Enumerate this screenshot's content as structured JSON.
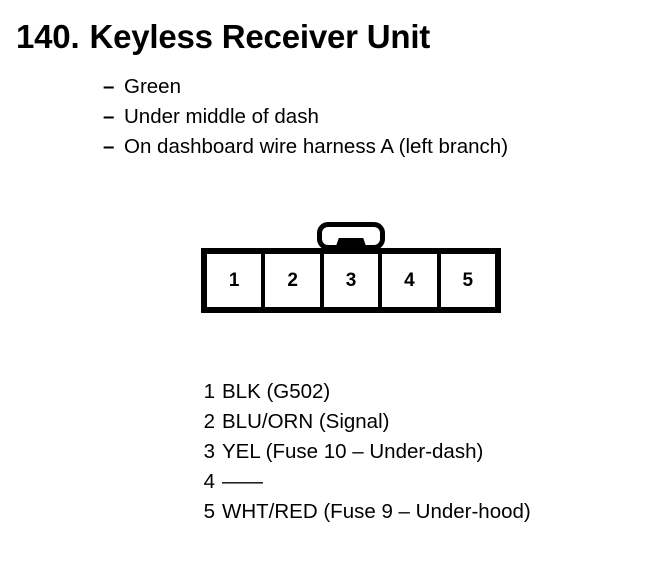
{
  "page": {
    "background_color": "#ffffff",
    "ink_color": "#000000"
  },
  "title": {
    "number": "140.",
    "name": "Keyless Receiver Unit",
    "full": "140. Keyless Receiver Unit"
  },
  "notes": {
    "dash": "–",
    "items": [
      {
        "text": "Green"
      },
      {
        "text": "Under middle of dash"
      },
      {
        "text": "On dashboard wire harness A (left branch)"
      }
    ]
  },
  "connector": {
    "name": "keyless-receiver-connector",
    "pin_count": 5,
    "cells": [
      {
        "label": "1"
      },
      {
        "label": "2"
      },
      {
        "label": "3"
      },
      {
        "label": "4"
      },
      {
        "label": "5"
      }
    ],
    "latch": "locking-tab"
  },
  "pin_legend": {
    "rows": [
      {
        "num": "1",
        "desc": "BLK (G502)"
      },
      {
        "num": "2",
        "desc": "BLU/ORN (Signal)"
      },
      {
        "num": "3",
        "desc": "YEL (Fuse 10 – Under-dash)"
      },
      {
        "num": "4",
        "desc": "——"
      },
      {
        "num": "5",
        "desc": "WHT/RED (Fuse 9 – Under-hood)"
      }
    ]
  }
}
